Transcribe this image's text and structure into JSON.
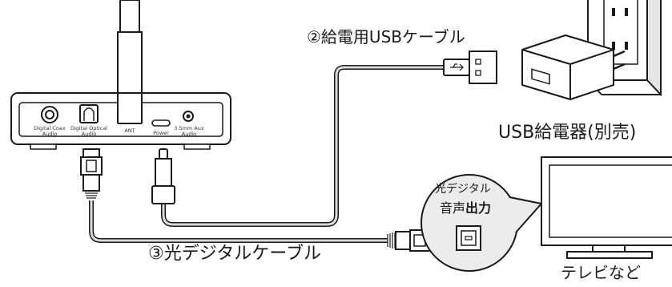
{
  "labels": {
    "usb_cable": "②給電用USBケーブル",
    "charger": "USB給電器(別売)",
    "optical_cable": "③光デジタルケーブル",
    "tv": "テレビなど",
    "bubble_line1": "光デジタル",
    "bubble_line2_normal": "音声",
    "bubble_line2_bold": "出力"
  },
  "device_ports": {
    "digital_coax": "Digital Coax",
    "digital_coax_2": "Audio",
    "digital_optical": "Digital Optical",
    "digital_optical_2": "Audio",
    "ant": "ANT",
    "power": "Power",
    "aux": "3.5mm Aux",
    "aux_2": "Audio"
  },
  "colors": {
    "line": "#1a1a1a",
    "cable_fill": "#d9d9d9",
    "bubble_fill": "#ececec",
    "background": "#ffffff"
  }
}
